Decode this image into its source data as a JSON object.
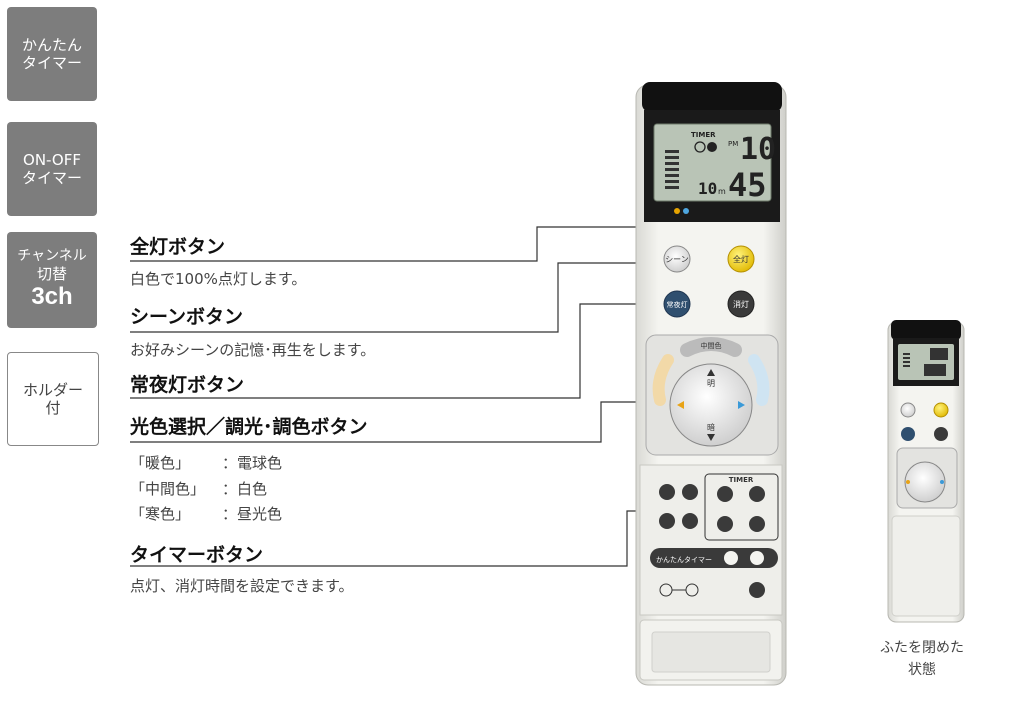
{
  "sidebar": {
    "easy_timer": [
      "かんたん",
      "タイマー"
    ],
    "onoff_timer": [
      "ON-OFF",
      "タイマー"
    ],
    "channel": [
      "チャンネル",
      "切替",
      "3ch"
    ],
    "holder": [
      "ホルダー",
      "付"
    ]
  },
  "features": {
    "all_light": {
      "title": "全灯ボタン",
      "desc": "白色で100%点灯します。"
    },
    "scene": {
      "title": "シーンボタン",
      "desc": "お好みシーンの記憶･再生をします。"
    },
    "night_light": {
      "title": "常夜灯ボタン"
    },
    "color_dim": {
      "title": "光色選択／調光･調色ボタン",
      "modes": [
        {
          "name": "「暖色」",
          "value": "：電球色"
        },
        {
          "name": "「中間色」",
          "value": "：白色"
        },
        {
          "name": "「寒色」",
          "value": "：昼光色"
        }
      ]
    },
    "timer": {
      "title": "タイマーボタン",
      "desc": "点灯、消灯時間を設定できます。"
    }
  },
  "remote": {
    "display": {
      "timer_label": "TIMER",
      "hour": "10",
      "minute": "45",
      "ampm": "PM",
      "minute_small": "10",
      "unit": "m"
    },
    "buttons": {
      "scene": "シーン",
      "all_light": "全灯",
      "night_light": "常夜灯",
      "off": "消灯",
      "mid_color": "中間色",
      "bright": "明",
      "dark": "暗",
      "timer_header": "TIMER",
      "easy_timer": "かんたんタイマー"
    }
  },
  "closed_caption": [
    "ふたを閉めた",
    "状態"
  ]
}
